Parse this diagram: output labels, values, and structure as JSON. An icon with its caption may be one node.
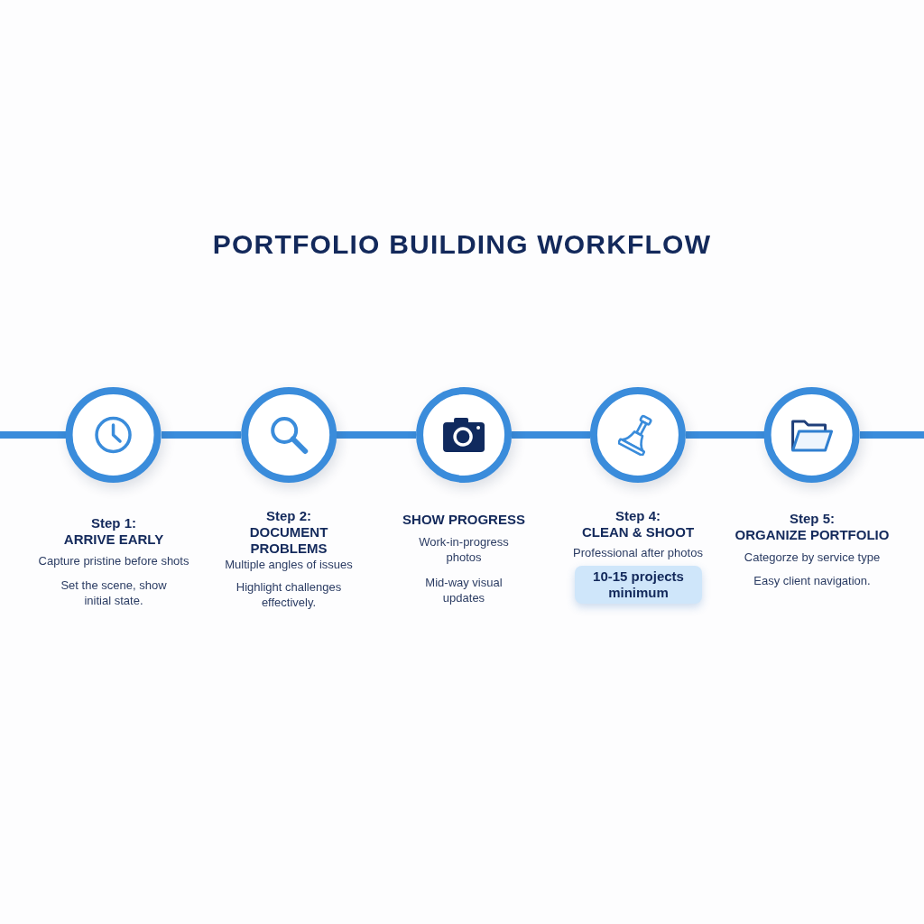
{
  "diagram": {
    "title": "PORTFOLIO BUILDING WORKFLOW",
    "nodes": [
      {
        "text": [
          "Step 1:",
          "ARRIVE EARLY"
        ],
        "beside": [
          "Capture pristine before shots",
          "Set the scene, show initial state."
        ]
      },
      {
        "text": [
          "Step 2:",
          "DOCUMENT PROBLEMS"
        ],
        "beside": [
          "Multiple angles of issues",
          "Highlight challenges effectively."
        ]
      },
      {
        "text": [
          "SHOW PROGRESS"
        ],
        "beside": [
          "Work-in-progress photos",
          "Mid-way visual updates"
        ]
      },
      {
        "text": [
          "Step 4:",
          "CLEAN & SHOOT"
        ]
      },
      {
        "text": [
          "10-15 projects minimum"
        ]
      },
      {
        "text": [
          "Step 5:",
          "ORGANIZE PORTFOLIO"
        ],
        "beside": [
          "Categorze by service type",
          "Easy client navigation."
        ]
      }
    ],
    "edges": [
      {
        "from": null,
        "to": 0,
        "arrow": "none"
      },
      {
        "from": 0,
        "to": 1,
        "arrow": "none"
      },
      {
        "from": 1,
        "to": 2,
        "arrow": "none"
      },
      {
        "from": 2,
        "to": 3,
        "arrow": "none"
      },
      {
        "from": 3,
        "to": 5,
        "arrow": "none"
      },
      {
        "from": 5,
        "to": null,
        "arrow": "none"
      }
    ],
    "labels": [
      "Professional after photos"
    ]
  }
}
